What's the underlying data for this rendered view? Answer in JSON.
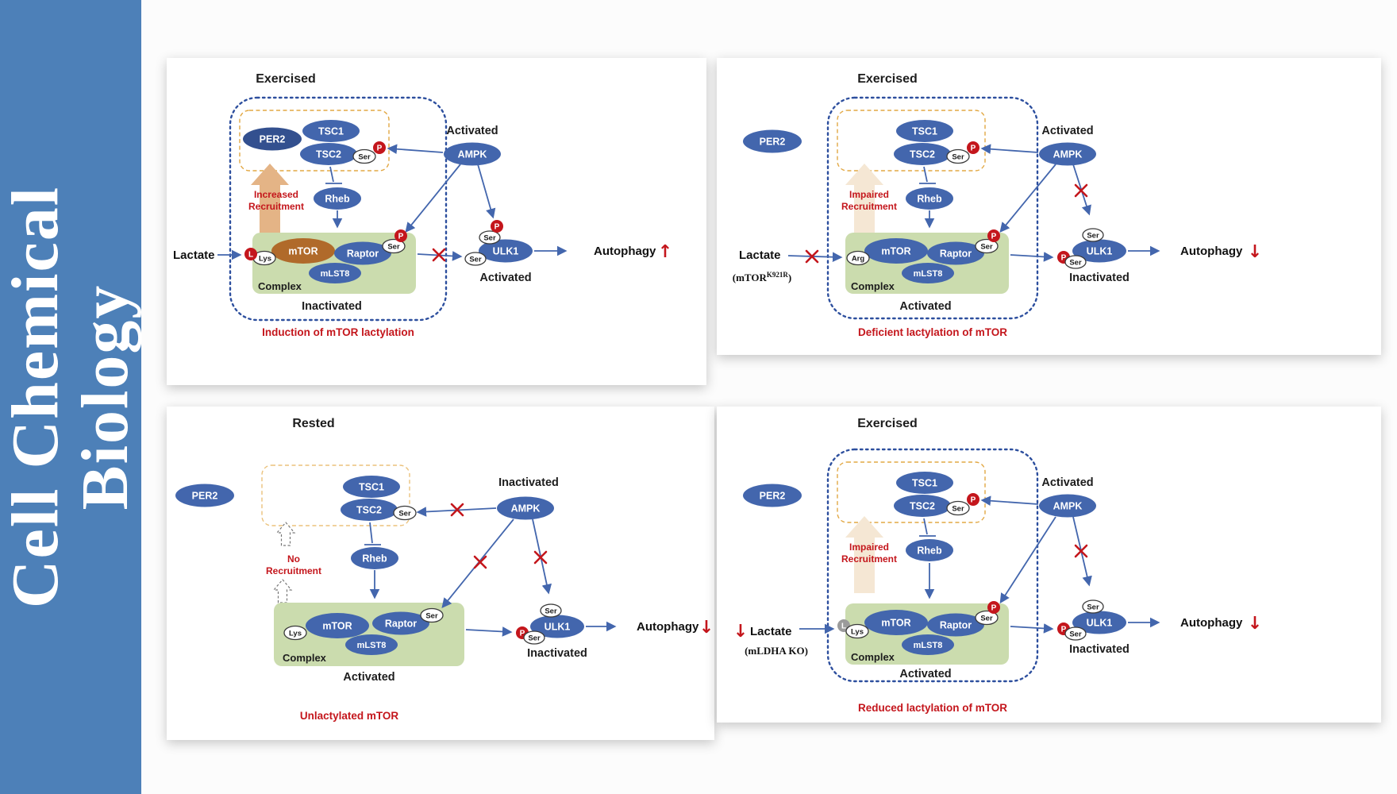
{
  "journal": {
    "line1": "Cell Chemical",
    "line2": "Biology"
  },
  "common": {
    "per2": "PER2",
    "tsc1": "TSC1",
    "tsc2": "TSC2",
    "ampk": "AMPK",
    "rheb": "Rheb",
    "mtor": "mTOR",
    "raptor": "Raptor",
    "mlst8": "mLST8",
    "ulk1": "ULK1",
    "ser": "Ser",
    "lys": "Lys",
    "arg": "Arg",
    "p": "P",
    "l": "L",
    "complex": "Complex",
    "lactate": "Lactate",
    "autophagy": "Autophagy"
  },
  "panels": {
    "p1": {
      "condition": "Exercised",
      "recruitment_line1": "Increased",
      "recruitment_line2": "Recruitment",
      "ampk_state": "Activated",
      "complex_state": "Inactivated",
      "ulk1_state": "Activated",
      "autophagy_dir": "↑",
      "caption": "Induction of mTOR lactylation"
    },
    "p2": {
      "condition": "Exercised",
      "recruitment_line1": "Impaired",
      "recruitment_line2": "Recruitment",
      "ampk_state": "Activated",
      "complex_state": "Activated",
      "ulk1_state": "Inactivated",
      "mutant_prefix": "(mTOR",
      "mutant_sup": "K921R",
      "mutant_suffix": ")",
      "autophagy_dir": "↓",
      "caption": "Deficient lactylation of mTOR"
    },
    "p3": {
      "condition": "Rested",
      "recruitment_line1": "No",
      "recruitment_line2": "Recruitment",
      "ampk_state": "Inactivated",
      "complex_state": "Activated",
      "ulk1_state": "Inactivated",
      "autophagy_dir": "↓",
      "caption": "Unlactylated mTOR"
    },
    "p4": {
      "condition": "Exercised",
      "recruitment_line1": "Impaired",
      "recruitment_line2": "Recruitment",
      "ampk_state": "Activated",
      "complex_state": "Activated",
      "ulk1_state": "Inactivated",
      "lactate_dir": "↓",
      "ko_label": "(mLDHA KO)",
      "autophagy_dir": "↓",
      "caption": "Reduced lactylation of mTOR"
    }
  },
  "colors": {
    "protein_blue": "#4366ad",
    "per2_dark_blue": "#33508f",
    "mtor_brown": "#b06a2a",
    "complex_green": "#cbdcae",
    "boundary_blue": "#2d4f9e",
    "recruitment_orange": "#e2a844",
    "recruitment_tan": "#e4b486",
    "accent_red": "#c4161c",
    "sidebar_blue": "#4d80b8"
  }
}
